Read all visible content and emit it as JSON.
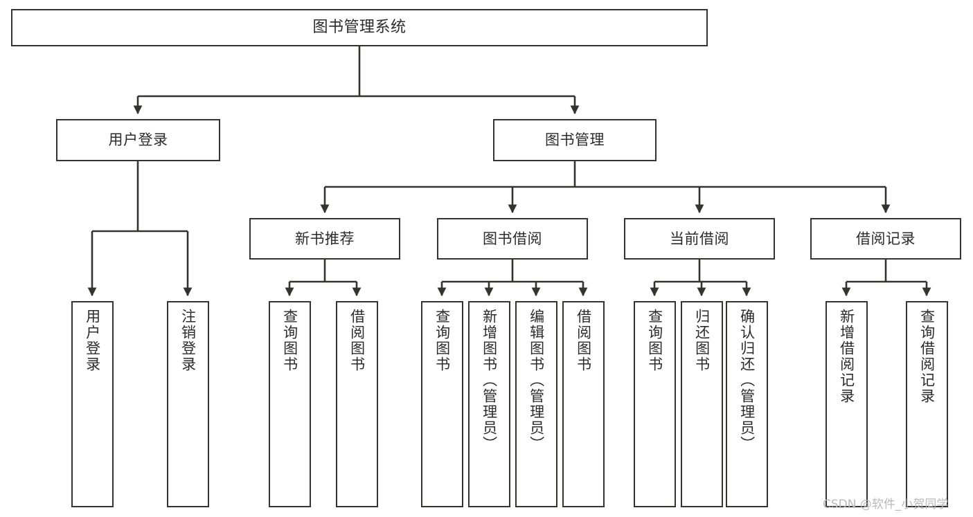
{
  "diagram": {
    "title": "图书管理系统",
    "type": "hierarchy-tree",
    "background_color": "#ffffff",
    "box_border_color": "#33332f",
    "edge_color": "#33332f",
    "text_color": "#2b2b2b"
  },
  "nodes": {
    "root": {
      "label": "图书管理系统",
      "level": 0
    },
    "level1": [
      {
        "id": "user-login",
        "label": "用户登录"
      },
      {
        "id": "book-manage",
        "label": "图书管理"
      }
    ],
    "level2": [
      {
        "id": "new-book-recommend",
        "label": "新书推荐",
        "parent": "book-manage"
      },
      {
        "id": "book-borrow",
        "label": "图书借阅",
        "parent": "book-manage"
      },
      {
        "id": "current-borrow",
        "label": "当前借阅",
        "parent": "book-manage"
      },
      {
        "id": "borrow-record",
        "label": "借阅记录",
        "parent": "book-manage"
      }
    ],
    "leaves": [
      {
        "id": "leaf-user-login",
        "label": "用户登录",
        "parent": "user-login"
      },
      {
        "id": "leaf-logout",
        "label": "注销登录",
        "parent": "user-login"
      },
      {
        "id": "leaf-query-book-1",
        "label": "查询图书",
        "parent": "new-book-recommend"
      },
      {
        "id": "leaf-borrow-book-1",
        "label": "借阅图书",
        "parent": "new-book-recommend"
      },
      {
        "id": "leaf-query-book-2",
        "label": "查询图书",
        "parent": "book-borrow"
      },
      {
        "id": "leaf-add-book",
        "label": "新增图书（管理员）",
        "parent": "book-borrow"
      },
      {
        "id": "leaf-edit-book",
        "label": "编辑图书（管理员）",
        "parent": "book-borrow"
      },
      {
        "id": "leaf-borrow-book-2",
        "label": "借阅图书",
        "parent": "book-borrow"
      },
      {
        "id": "leaf-query-book-3",
        "label": "查询图书",
        "parent": "current-borrow"
      },
      {
        "id": "leaf-return-book",
        "label": "归还图书",
        "parent": "current-borrow"
      },
      {
        "id": "leaf-confirm-return",
        "label": "确认归还（管理员）",
        "parent": "current-borrow"
      },
      {
        "id": "leaf-add-record",
        "label": "新增借阅记录",
        "parent": "borrow-record"
      },
      {
        "id": "leaf-query-record",
        "label": "查询借阅记录",
        "parent": "borrow-record"
      }
    ]
  },
  "watermark": {
    "text": "CSDN @软件_小贺同学"
  }
}
